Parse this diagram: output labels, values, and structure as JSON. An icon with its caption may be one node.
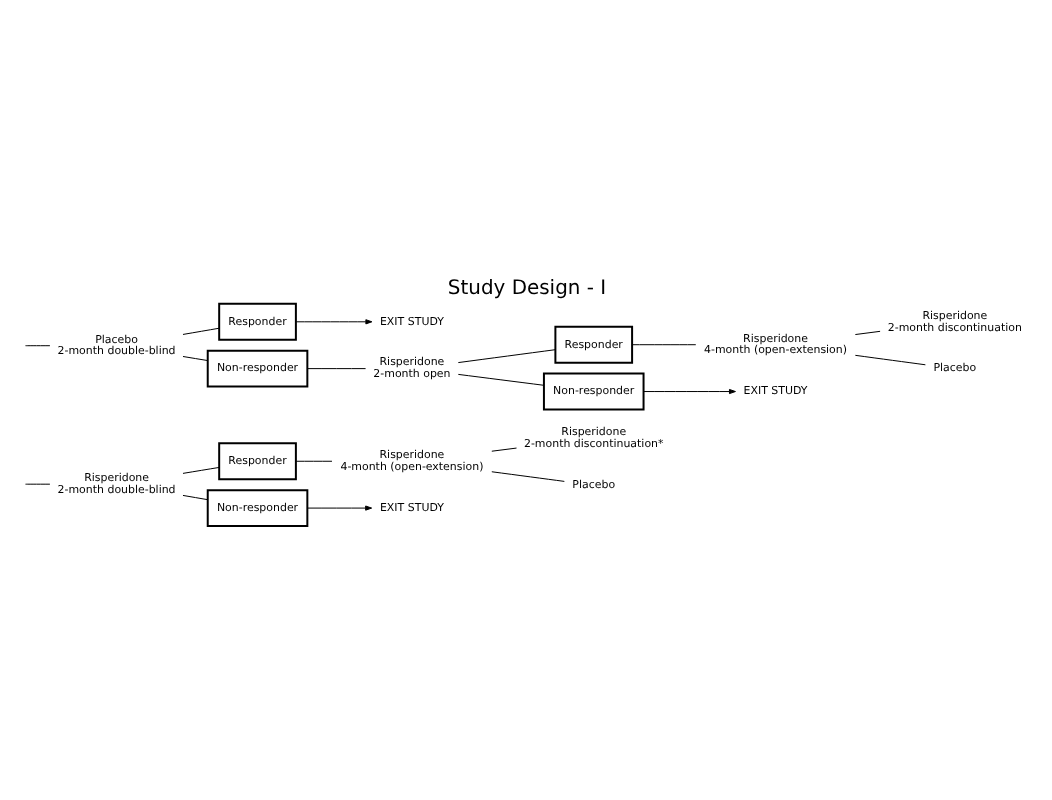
{
  "diagram": {
    "title": "Study Design - I",
    "nodes": [
      {
        "text": [
          "Risperidone",
          "2-month double-blind"
        ]
      },
      {
        "text": [
          "Responder"
        ]
      },
      {
        "text": [
          "Non-responder"
        ]
      },
      {
        "text": [
          "Risperidone",
          "4-month (open-extension)"
        ]
      },
      {
        "text": [
          "Risperidone",
          "2-month discontinuation*"
        ]
      },
      {
        "text": [
          "Placebo"
        ]
      },
      {
        "text": [
          "EXIT STUDY"
        ]
      },
      {
        "text": [
          "Placebo",
          "2-month double-blind"
        ]
      },
      {
        "text": [
          "Responder"
        ]
      },
      {
        "text": [
          "EXIT STUDY"
        ]
      },
      {
        "text": [
          "Non-responder"
        ]
      },
      {
        "text": [
          "Risperidone",
          "2-month open"
        ]
      },
      {
        "text": [
          "Responder"
        ]
      },
      {
        "text": [
          "Non-responder"
        ]
      },
      {
        "text": [
          "EXIT STUDY"
        ]
      },
      {
        "text": [
          "Risperidone",
          "4-month (open-extension)"
        ]
      },
      {
        "text": [
          "Risperidone",
          "2-month discontinuation"
        ]
      },
      {
        "text": [
          "Placebo"
        ]
      }
    ],
    "edges": [
      {
        "from": null,
        "to": 0,
        "arrow": "none"
      },
      {
        "from": null,
        "to": 7,
        "arrow": "none"
      },
      {
        "from": 0,
        "to": 1,
        "arrow": "none"
      },
      {
        "from": 0,
        "to": 2,
        "arrow": "none"
      },
      {
        "from": 1,
        "to": 3,
        "arrow": "none"
      },
      {
        "from": 3,
        "to": 4,
        "arrow": "none"
      },
      {
        "from": 3,
        "to": 5,
        "arrow": "none"
      },
      {
        "from": 2,
        "to": 6,
        "arrow": "to"
      },
      {
        "from": 7,
        "to": 8,
        "arrow": "none"
      },
      {
        "from": 7,
        "to": 10,
        "arrow": "none"
      },
      {
        "from": 8,
        "to": 9,
        "arrow": "to"
      },
      {
        "from": 10,
        "to": 11,
        "arrow": "none"
      },
      {
        "from": 11,
        "to": 12,
        "arrow": "none"
      },
      {
        "from": 11,
        "to": 13,
        "arrow": "none"
      },
      {
        "from": 13,
        "to": 14,
        "arrow": "to"
      },
      {
        "from": 12,
        "to": 15,
        "arrow": "none"
      },
      {
        "from": 15,
        "to": 16,
        "arrow": "none"
      },
      {
        "from": 15,
        "to": 17,
        "arrow": "none"
      }
    ]
  }
}
